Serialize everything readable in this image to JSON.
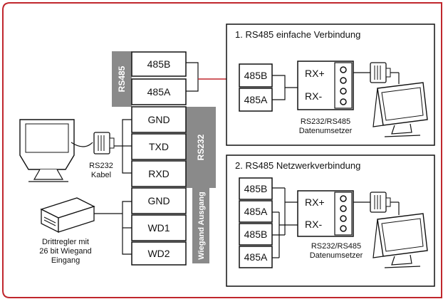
{
  "colors": {
    "frame_red": "#c0272d",
    "panel_gray": "#8a8a8a",
    "line": "#111111"
  },
  "terminal_block": {
    "rs485_label": "RS485",
    "rs485_pins": [
      "485B",
      "485A"
    ],
    "rs232_label": "RS232",
    "rs232_pins": [
      "GND",
      "TXD",
      "RXD"
    ],
    "wiegand_label": "Wiegand Ausgang",
    "wiegand_pins": [
      "GND",
      "WD1",
      "WD2"
    ]
  },
  "rs232_cable": {
    "line1": "RS232",
    "line2": "Kabel"
  },
  "third_party": {
    "line1": "Drittregler mit",
    "line2": "26 bit Wiegand",
    "line3": "Eingang"
  },
  "panel1": {
    "title": "1. RS485 einfache Verbindung",
    "pins": [
      "485B",
      "485A"
    ],
    "converter_pins": [
      "RX+",
      "RX-"
    ],
    "converter_line1": "RS232/RS485",
    "converter_line2": "Datenumsetzer"
  },
  "panel2": {
    "title": "2. RS485 Netzwerkverbindung",
    "pins": [
      "485B",
      "485A",
      "485B",
      "485A"
    ],
    "converter_pins": [
      "RX+",
      "RX-"
    ],
    "converter_line1": "RS232/RS485",
    "converter_line2": "Datenumsetzer"
  },
  "icons": [
    "monitor-icon",
    "serial-connector-icon",
    "controller-device-icon",
    "terminal-screw-icon"
  ]
}
